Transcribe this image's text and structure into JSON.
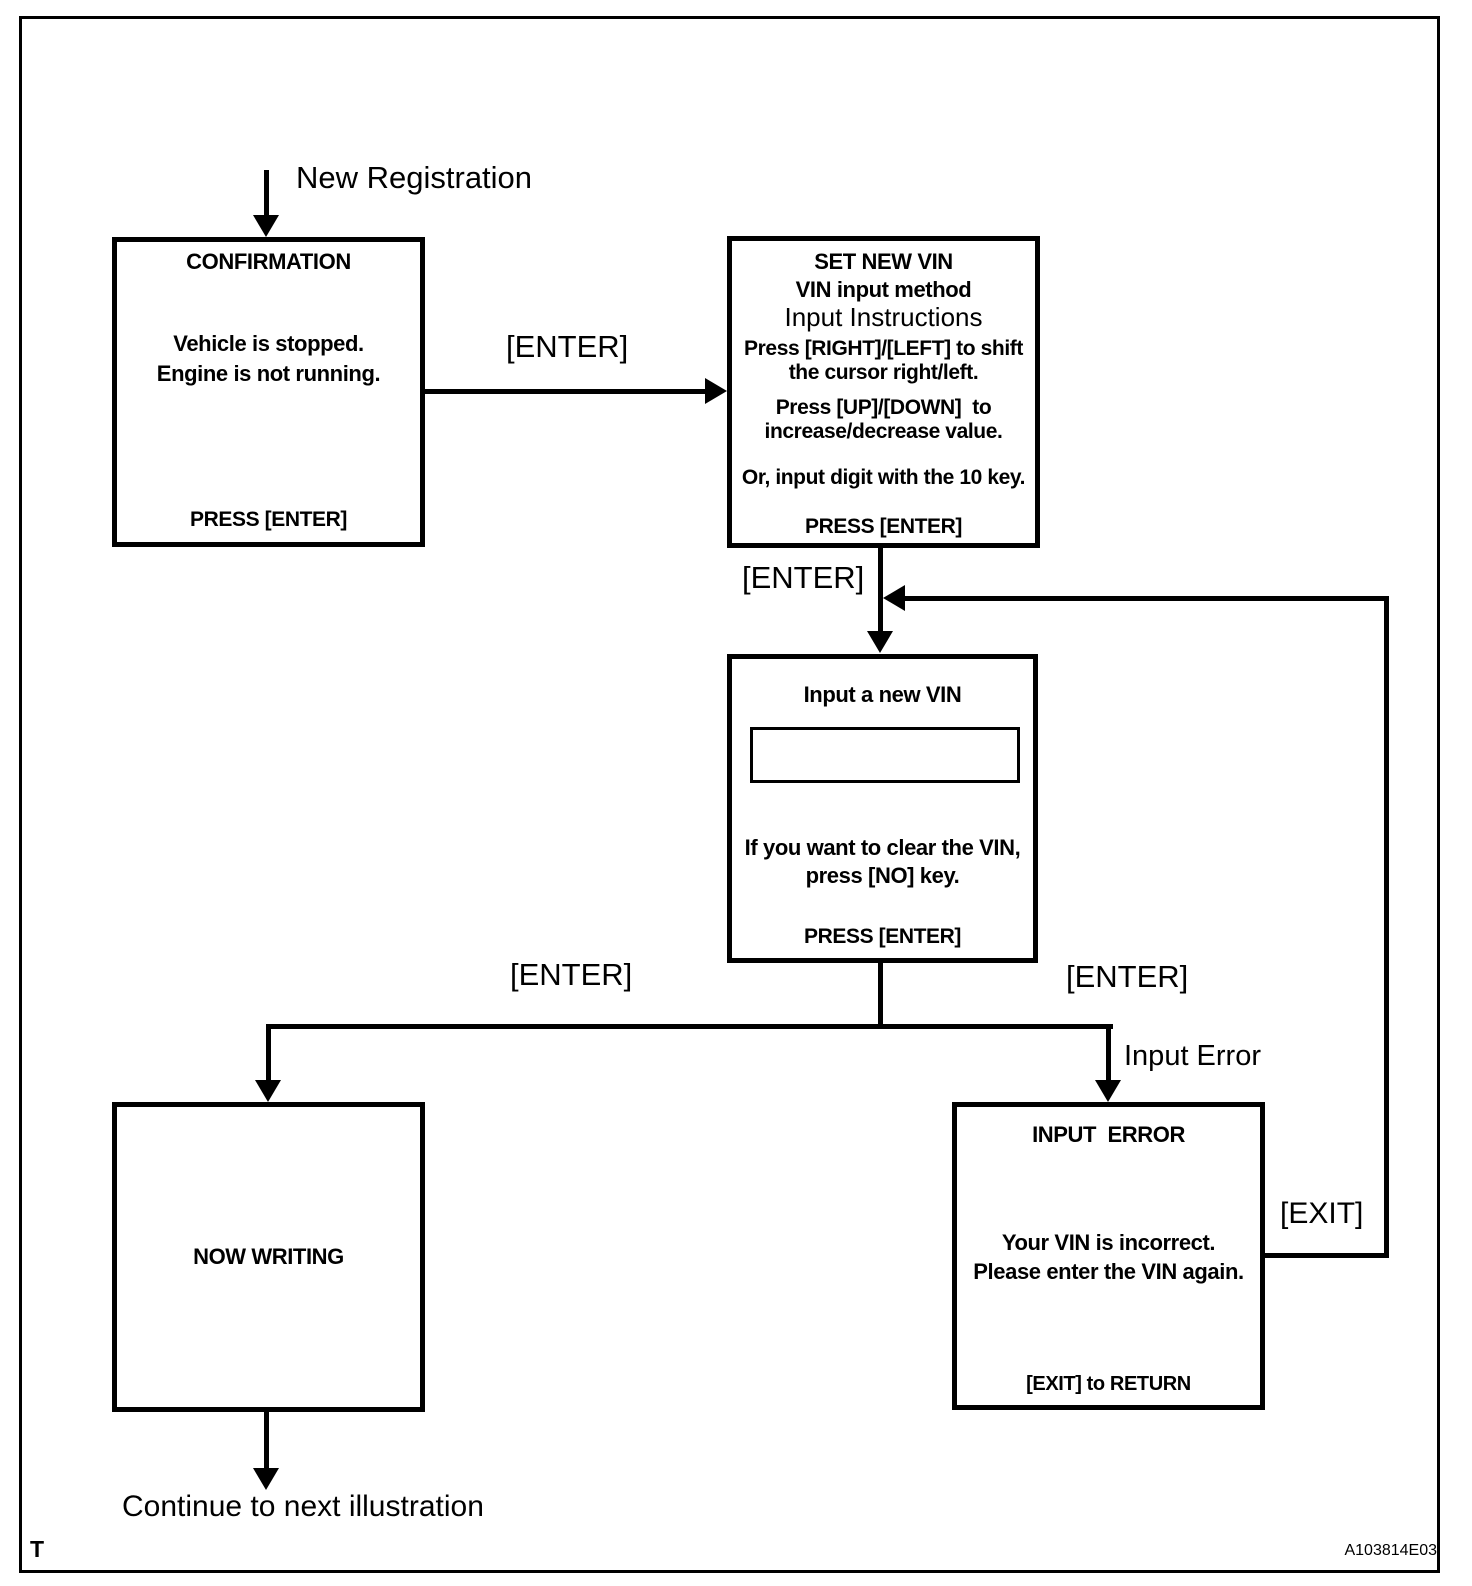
{
  "page": {
    "corner_letter": "T",
    "figure_code": "A103814E03"
  },
  "labels": {
    "start": "New Registration",
    "enter_top": "[ENTER]",
    "enter_mid": "[ENTER]",
    "enter_left": "[ENTER]",
    "enter_right": "[ENTER]",
    "input_error": "Input Error",
    "exit": "[EXIT]",
    "continue": "Continue to next illustration"
  },
  "boxes": {
    "confirmation": {
      "title": "CONFIRMATION",
      "line1": "Vehicle is stopped.",
      "line2": "Engine is not running.",
      "footer": "PRESS [ENTER]"
    },
    "set_new_vin": {
      "title": "SET NEW VIN",
      "subtitle": "VIN input method",
      "heading": "Input Instructions",
      "inst1a": "Press [RIGHT]/[LEFT] to shift",
      "inst1b": "the cursor right/left.",
      "inst2a": "Press [UP]/[DOWN]  to",
      "inst2b": "increase/decrease value.",
      "inst3": "Or, input digit with the 10 key.",
      "footer": "PRESS [ENTER]"
    },
    "input_vin": {
      "title": "Input a new VIN",
      "field_value": "",
      "note1": "If you want to clear the VIN,",
      "note2": "press [NO] key.",
      "footer": "PRESS [ENTER]"
    },
    "now_writing": {
      "title": "NOW WRITING"
    },
    "input_error": {
      "title": "INPUT  ERROR",
      "line1": "Your VIN is incorrect.",
      "line2": "Please enter the VIN again.",
      "footer": "[EXIT] to RETURN"
    }
  }
}
